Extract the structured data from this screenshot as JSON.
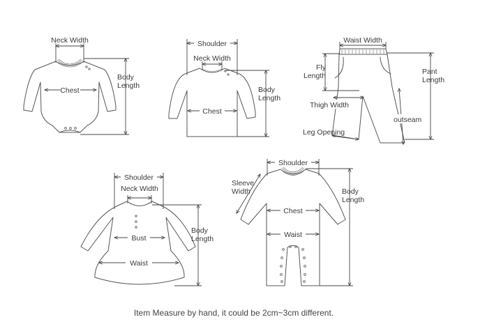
{
  "onesie": {
    "neck_width": "Neck Width",
    "chest": "Chest",
    "body_length_1": "Body",
    "body_length_2": "Length"
  },
  "shirt": {
    "shoulder": "Shoulder",
    "neck_width": "Neck Width",
    "chest": "Chest",
    "body_length_1": "Body",
    "body_length_2": "Length"
  },
  "pants": {
    "waist_width": "Waist Width",
    "fly_length_1": "Fly",
    "fly_length_2": "Length",
    "pant_length_1": "Pant",
    "pant_length_2": "Length",
    "thigh_width": "Thigh Width",
    "outseam": "outseam",
    "leg_opening": "Leg Opening"
  },
  "dress": {
    "shoulder": "Shoulder",
    "neck_width": "Neck Width",
    "bust": "Bust",
    "waist": "Waist",
    "body_length_1": "Body",
    "body_length_2": "Length"
  },
  "romper": {
    "shoulder": "Shoulder",
    "sleeve_width_1": "Sleeve",
    "sleeve_width_2": "Width",
    "chest": "Chest",
    "waist": "Waist",
    "body_length_1": "Body",
    "body_length_2": "Length"
  },
  "footer": {
    "note": "Item Measure by hand, it could be 2cm~3cm different."
  }
}
